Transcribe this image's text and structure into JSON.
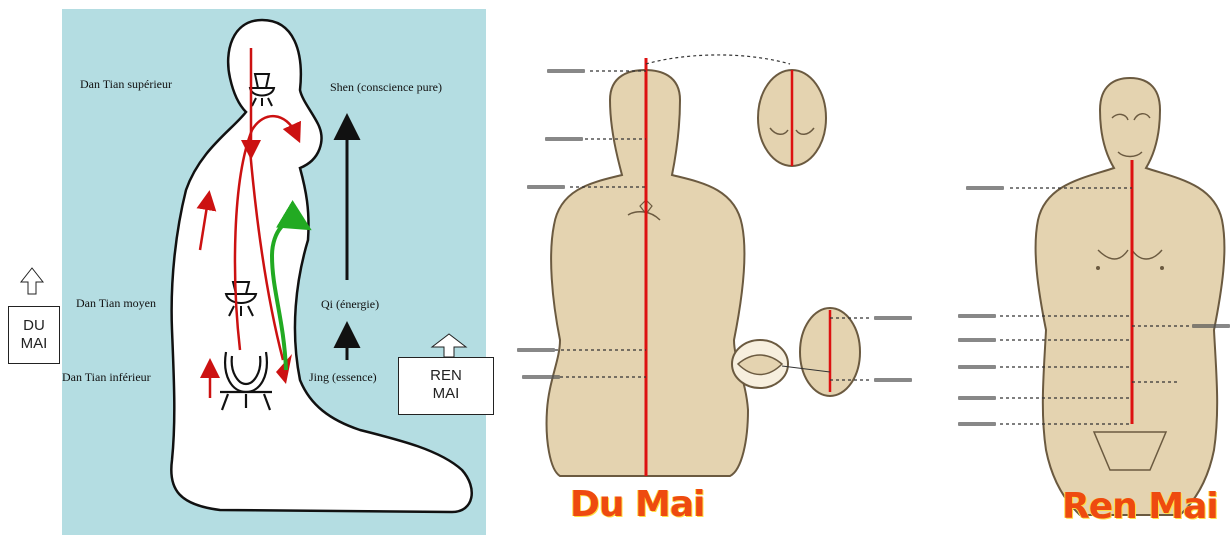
{
  "left_diagram": {
    "labels": {
      "dan_tian_superieur": "Dan Tian supérieur",
      "shen": "Shen (conscience pure)",
      "dan_tian_moyen": "Dan Tian moyen",
      "qi": "Qi (énergie)",
      "dan_tian_inferieur": "Dan Tian inférieur",
      "jing": "Jing (essence)"
    },
    "du_mai_box": {
      "line1": "DU",
      "line2": "MAI"
    },
    "ren_mai_box": {
      "line1": "REN",
      "line2": "MAI"
    },
    "colors": {
      "background": "#b4dde2",
      "red_arrow": "#cc1111",
      "green_arrow": "#22aa22",
      "black_arrow": "#111111"
    }
  },
  "du_mai_chart": {
    "caption": "Du Mai",
    "meridian_color": "#dd1111"
  },
  "ren_mai_chart": {
    "caption": "Ren Mai",
    "meridian_color": "#dd1111"
  },
  "colors": {
    "skin": "#e4d3b0",
    "caption": "#ee4a10",
    "caption_outline": "#ffdd44"
  }
}
